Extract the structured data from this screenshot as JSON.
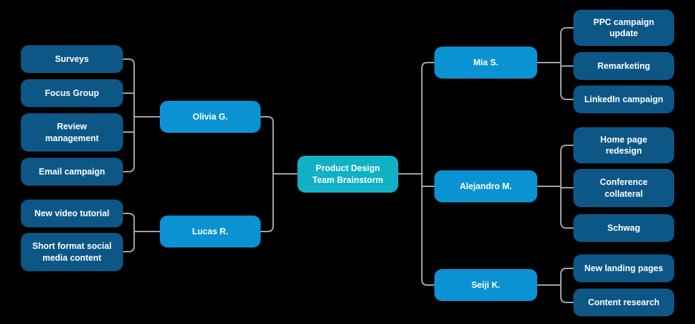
{
  "colors": {
    "background": "#000000",
    "center-node": "#10b1c5",
    "person-node": "#0a92d2",
    "topic-node": "#0d5787",
    "connector": "#a6a6a6",
    "node-text": "#ffffff"
  },
  "mindmap": {
    "center": {
      "label": "Product Design\nTeam Brainstorm"
    },
    "left": [
      {
        "name": "Olivia G.",
        "topics": [
          "Surveys",
          "Focus Group",
          "Review\nmanagement",
          "Email campaign"
        ]
      },
      {
        "name": "Lucas R.",
        "topics": [
          "New video tutorial",
          "Short format social\nmedia content"
        ]
      }
    ],
    "right": [
      {
        "name": "Mia S.",
        "topics": [
          "PPC campaign\nupdate",
          "Remarketing",
          "LinkedIn campaign"
        ]
      },
      {
        "name": "Alejandro M.",
        "topics": [
          "Home page\nredesign",
          "Conference\ncollateral",
          "Schwag"
        ]
      },
      {
        "name": "Seiji K.",
        "topics": [
          "New landing pages",
          "Content research"
        ]
      }
    ]
  }
}
